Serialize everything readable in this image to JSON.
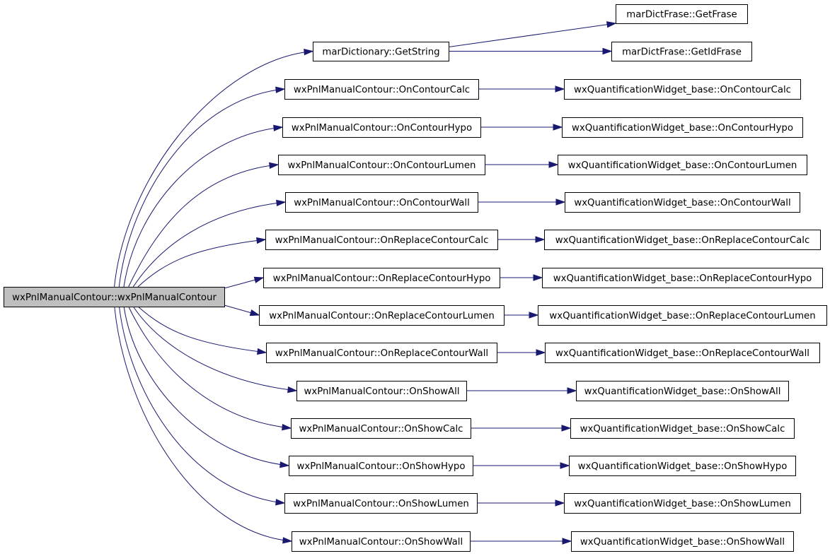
{
  "graph": {
    "root": {
      "id": "root",
      "label": "wxPnlManualContour::wxPnlManualContour"
    },
    "nodes": [
      {
        "id": "getstring",
        "label": "marDictionary::GetString"
      },
      {
        "id": "getfrase",
        "label": "marDictFrase::GetFrase"
      },
      {
        "id": "getidfrase",
        "label": "marDictFrase::GetIdFrase"
      },
      {
        "id": "calc",
        "label": "wxPnlManualContour::OnContourCalc"
      },
      {
        "id": "calc_b",
        "label": "wxQuantificationWidget_base::OnContourCalc"
      },
      {
        "id": "hypo",
        "label": "wxPnlManualContour::OnContourHypo"
      },
      {
        "id": "hypo_b",
        "label": "wxQuantificationWidget_base::OnContourHypo"
      },
      {
        "id": "lumen",
        "label": "wxPnlManualContour::OnContourLumen"
      },
      {
        "id": "lumen_b",
        "label": "wxQuantificationWidget_base::OnContourLumen"
      },
      {
        "id": "wall",
        "label": "wxPnlManualContour::OnContourWall"
      },
      {
        "id": "wall_b",
        "label": "wxQuantificationWidget_base::OnContourWall"
      },
      {
        "id": "rcalc",
        "label": "wxPnlManualContour::OnReplaceContourCalc"
      },
      {
        "id": "rcalc_b",
        "label": "wxQuantificationWidget_base::OnReplaceContourCalc"
      },
      {
        "id": "rhypo",
        "label": "wxPnlManualContour::OnReplaceContourHypo"
      },
      {
        "id": "rhypo_b",
        "label": "wxQuantificationWidget_base::OnReplaceContourHypo"
      },
      {
        "id": "rlumen",
        "label": "wxPnlManualContour::OnReplaceContourLumen"
      },
      {
        "id": "rlumen_b",
        "label": "wxQuantificationWidget_base::OnReplaceContourLumen"
      },
      {
        "id": "rwall",
        "label": "wxPnlManualContour::OnReplaceContourWall"
      },
      {
        "id": "rwall_b",
        "label": "wxQuantificationWidget_base::OnReplaceContourWall"
      },
      {
        "id": "sall",
        "label": "wxPnlManualContour::OnShowAll"
      },
      {
        "id": "sall_b",
        "label": "wxQuantificationWidget_base::OnShowAll"
      },
      {
        "id": "scalc",
        "label": "wxPnlManualContour::OnShowCalc"
      },
      {
        "id": "scalc_b",
        "label": "wxQuantificationWidget_base::OnShowCalc"
      },
      {
        "id": "shypo",
        "label": "wxPnlManualContour::OnShowHypo"
      },
      {
        "id": "shypo_b",
        "label": "wxQuantificationWidget_base::OnShowHypo"
      },
      {
        "id": "slumen",
        "label": "wxPnlManualContour::OnShowLumen"
      },
      {
        "id": "slumen_b",
        "label": "wxQuantificationWidget_base::OnShowLumen"
      },
      {
        "id": "swall",
        "label": "wxPnlManualContour::OnShowWall"
      },
      {
        "id": "swall_b",
        "label": "wxQuantificationWidget_base::OnShowWall"
      }
    ],
    "edges": [
      [
        "root",
        "getstring"
      ],
      [
        "root",
        "calc"
      ],
      [
        "root",
        "hypo"
      ],
      [
        "root",
        "lumen"
      ],
      [
        "root",
        "wall"
      ],
      [
        "root",
        "rcalc"
      ],
      [
        "root",
        "rhypo"
      ],
      [
        "root",
        "rlumen"
      ],
      [
        "root",
        "rwall"
      ],
      [
        "root",
        "sall"
      ],
      [
        "root",
        "scalc"
      ],
      [
        "root",
        "shypo"
      ],
      [
        "root",
        "slumen"
      ],
      [
        "root",
        "swall"
      ],
      [
        "getstring",
        "getfrase"
      ],
      [
        "getstring",
        "getidfrase"
      ],
      [
        "calc",
        "calc_b"
      ],
      [
        "hypo",
        "hypo_b"
      ],
      [
        "lumen",
        "lumen_b"
      ],
      [
        "wall",
        "wall_b"
      ],
      [
        "rcalc",
        "rcalc_b"
      ],
      [
        "rhypo",
        "rhypo_b"
      ],
      [
        "rlumen",
        "rlumen_b"
      ],
      [
        "rwall",
        "rwall_b"
      ],
      [
        "sall",
        "sall_b"
      ],
      [
        "scalc",
        "scalc_b"
      ],
      [
        "shypo",
        "shypo_b"
      ],
      [
        "slumen",
        "slumen_b"
      ],
      [
        "swall",
        "swall_b"
      ]
    ],
    "colors": {
      "edge": "#191970",
      "root_fill": "#bfbfbf",
      "node_fill": "#ffffff",
      "border": "#000000"
    }
  }
}
